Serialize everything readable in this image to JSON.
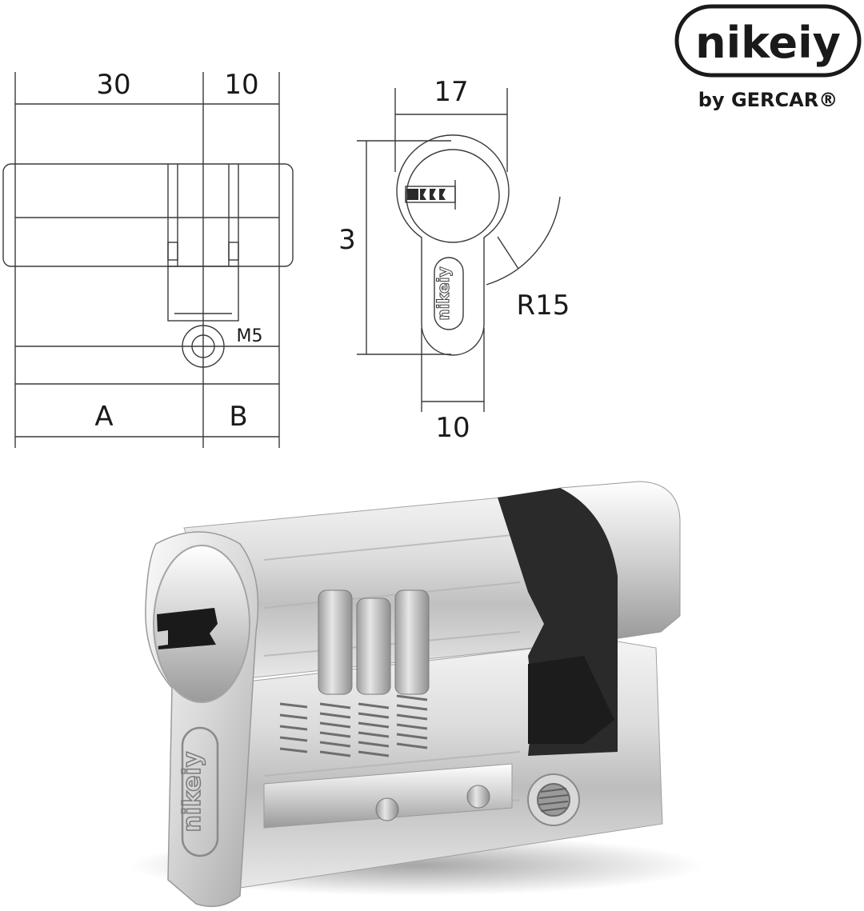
{
  "brand": {
    "logo_text": "nikeiy",
    "sub_text": "by GERCAR®"
  },
  "side_view": {
    "dim_a_top": "30",
    "dim_b_top": "10",
    "thread": "M5",
    "label_a": "A",
    "label_b": "B"
  },
  "profile_view": {
    "width": "17",
    "height": "3",
    "bottom_width": "10",
    "radius": "R15",
    "engraving": "nikeiy"
  },
  "product_photo": {
    "engraving": "nikeiy"
  },
  "colors": {
    "line": "#3a3a3a",
    "text": "#1a1a1a",
    "cam": "#2a2a2a",
    "metal_light": "#f2f2f2",
    "metal_mid": "#c8c8c8",
    "metal_dark": "#8a8a8a"
  }
}
